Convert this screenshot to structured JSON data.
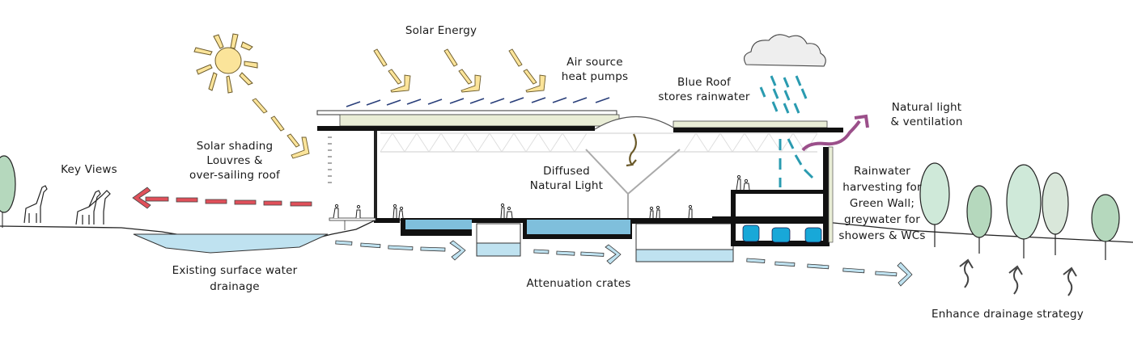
{
  "diagram": {
    "title": "Sustainability strategy section",
    "colors": {
      "sun": "#fbe49a",
      "sun_outline": "#6b5a2a",
      "water_light": "#bfe2f0",
      "water_mid": "#7fbfdc",
      "rain": "#2a9bb0",
      "tank": "#18a8d8",
      "tree_light": "#cfe9d9",
      "tree_mid": "#b5d8bd",
      "key_view_arrow": "#e0505a",
      "ventilation_arrow": "#9b4f8a",
      "cloud": "#eeeeee",
      "structure": "#111111",
      "green_roof": "#e9edd6"
    },
    "labels": {
      "solar_energy": [
        "Solar Energy"
      ],
      "air_source": [
        "Air source",
        "heat pumps"
      ],
      "blue_roof": [
        "Blue Roof",
        "stores rainwater"
      ],
      "natural_light_vent": [
        "Natural light",
        "& ventilation"
      ],
      "solar_shading": [
        "Solar shading",
        "Louvres &",
        "over-sailing roof"
      ],
      "key_views": [
        "Key Views"
      ],
      "diffused_light": [
        "Diffused",
        "Natural Light"
      ],
      "rainwater_harvesting": [
        "Rainwater",
        "harvesting for",
        "Green Wall;",
        "greywater for",
        "showers & WCs"
      ],
      "existing_drainage": [
        "Existing surface water",
        "drainage"
      ],
      "attenuation": [
        "Attenuation crates"
      ],
      "enhance_drainage": [
        "Enhance drainage strategy"
      ]
    }
  }
}
